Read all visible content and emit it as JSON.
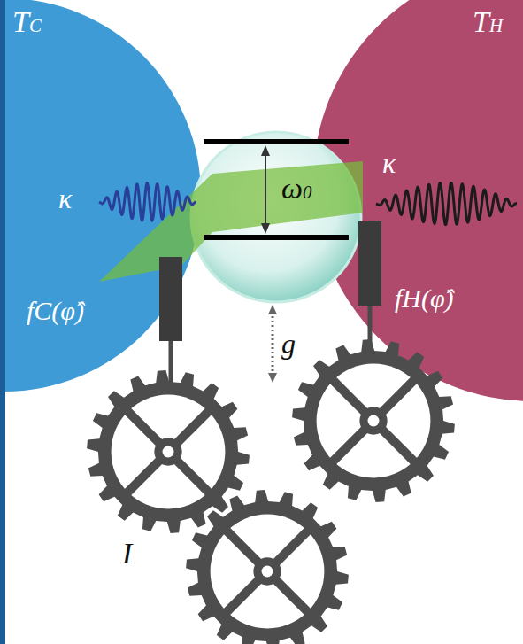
{
  "diagram": {
    "labels": [
      "TC",
      "TH",
      "κ",
      "κ",
      "ω0",
      "fC(φ̂)",
      "fH(φ̂)",
      "g",
      "I"
    ]
  }
}
